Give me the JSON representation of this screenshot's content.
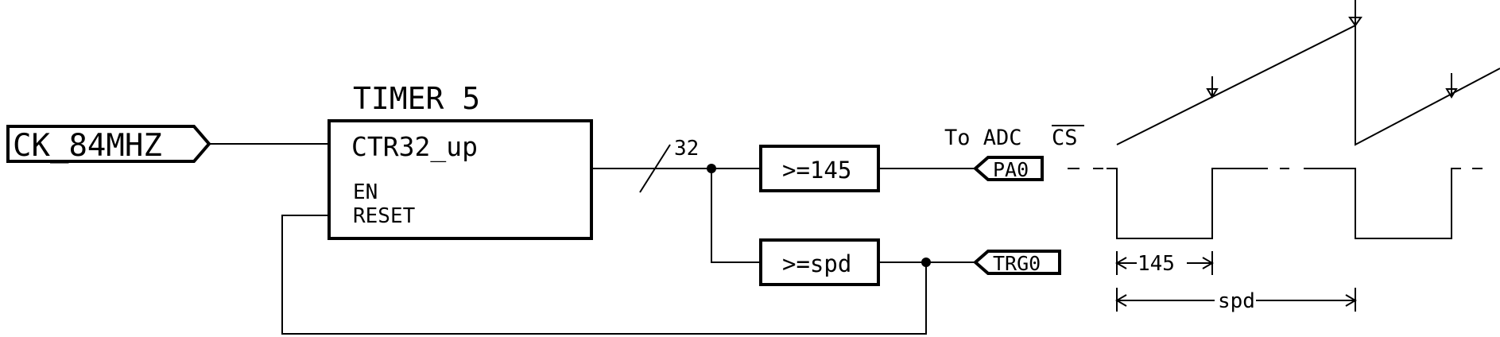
{
  "schematic": {
    "clock_port": "CK_84MHZ",
    "timer_title": "TIMER 5",
    "counter_name": "CTR32_up",
    "pin_en": "EN",
    "pin_reset": "RESET",
    "bus_width": "32",
    "comparator_a": ">=145",
    "comparator_b": ">=spd",
    "adc_note": "To ADC",
    "adc_signal": "CS",
    "port_pa0": "PA0",
    "port_trg0": "TRG0"
  },
  "timing": {
    "pulse_label": "145",
    "period_label": "spd"
  }
}
